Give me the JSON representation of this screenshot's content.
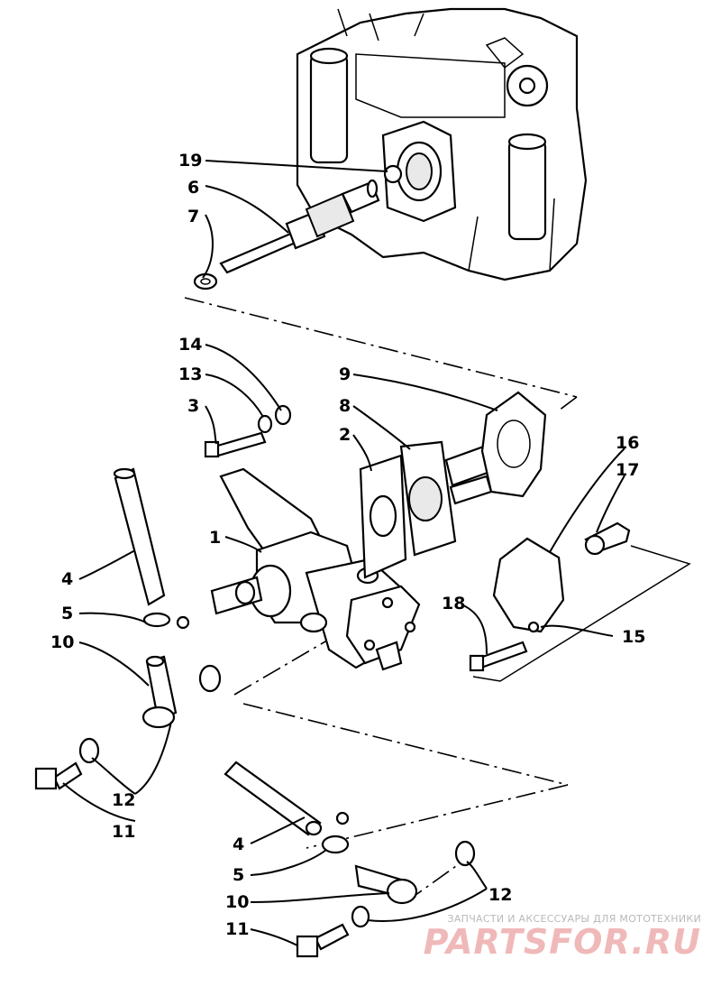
{
  "callouts": {
    "c1": "1",
    "c2": "2",
    "c3": "3",
    "c4a": "4",
    "c4b": "4",
    "c5a": "5",
    "c5b": "5",
    "c6": "6",
    "c7": "7",
    "c8": "8",
    "c9": "9",
    "c10a": "10",
    "c10b": "10",
    "c11a": "11",
    "c11b": "11",
    "c12a": "12",
    "c12b": "12",
    "c13": "13",
    "c14": "14",
    "c15": "15",
    "c16": "16",
    "c17": "17",
    "c18": "18",
    "c19": "19"
  },
  "watermark": {
    "tagline": "ЗАПЧАСТИ И АКСЕССУАРЫ ДЛЯ МОТОТЕХНИКИ",
    "logo": "PARTSFOR.RU"
  }
}
